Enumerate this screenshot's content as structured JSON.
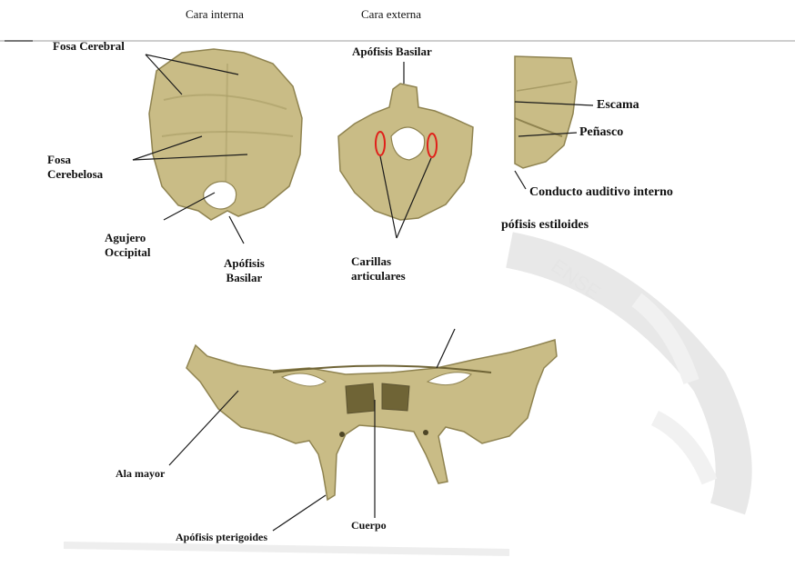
{
  "headings": {
    "internal_face": "Cara interna",
    "external_face": "Cara externa"
  },
  "occipital_internal": {
    "cerebral_fossa": "Fosa Cerebral",
    "cerebellar_fossa": "Fosa\nCerebelosa",
    "occipital_foramen": "Agujero\nOccipital",
    "basilar_process": "Apófisis\nBasilar"
  },
  "occipital_external": {
    "basilar_process": "Apófisis Basilar",
    "articular_facets": "Carillas\narticulares"
  },
  "temporal": {
    "squama": "Escama",
    "petrous": "Peñasco",
    "internal_auditory_meatus": "Conducto auditivo interno",
    "styloid_process": "pófisis estiloides"
  },
  "sphenoid": {
    "greater_wing": "Ala mayor",
    "body": "Cuerpo",
    "pterygoid_process": "Apófisis pterigoides"
  },
  "colors": {
    "bone": "#c9bc86",
    "bone_dark": "#8f8350",
    "bone_light": "#e0d6a6",
    "facet_outline": "#e0201a",
    "leader_line": "#1a1a1a",
    "divider": "#bdbdbd",
    "watermark": "#d6d6d6"
  }
}
